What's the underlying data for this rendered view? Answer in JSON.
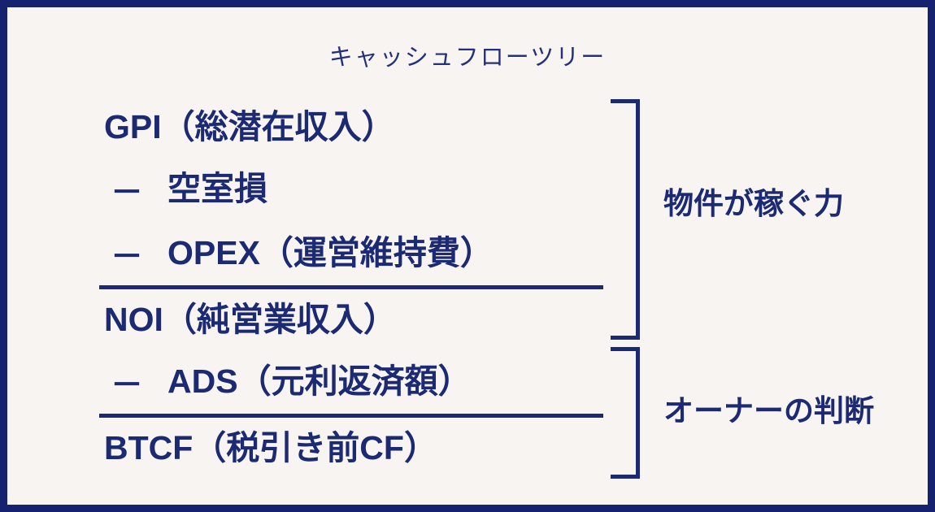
{
  "slide": {
    "title": "キャッシュフローツリー",
    "colors": {
      "frame": "#162270",
      "background": "#f8f4f2",
      "text": "#1c2a73",
      "title_text": "#23307a"
    }
  },
  "formula": {
    "rows": [
      {
        "type": "total",
        "operator": "",
        "label": "GPI（総潜在収入）"
      },
      {
        "type": "item",
        "operator": "－",
        "label": "空室損"
      },
      {
        "type": "item",
        "operator": "－",
        "label": "OPEX（運営維持費）"
      },
      {
        "type": "rule",
        "operator": "",
        "label": ""
      },
      {
        "type": "total",
        "operator": "",
        "label": "NOI（純営業収入）"
      },
      {
        "type": "item",
        "operator": "－",
        "label": "ADS（元利返済額）"
      },
      {
        "type": "rule",
        "operator": "",
        "label": ""
      },
      {
        "type": "total",
        "operator": "",
        "label": "BTCF（税引き前CF）"
      }
    ]
  },
  "brackets": [
    {
      "label": "物件が稼ぐ力"
    },
    {
      "label": "オーナーの判断"
    }
  ]
}
